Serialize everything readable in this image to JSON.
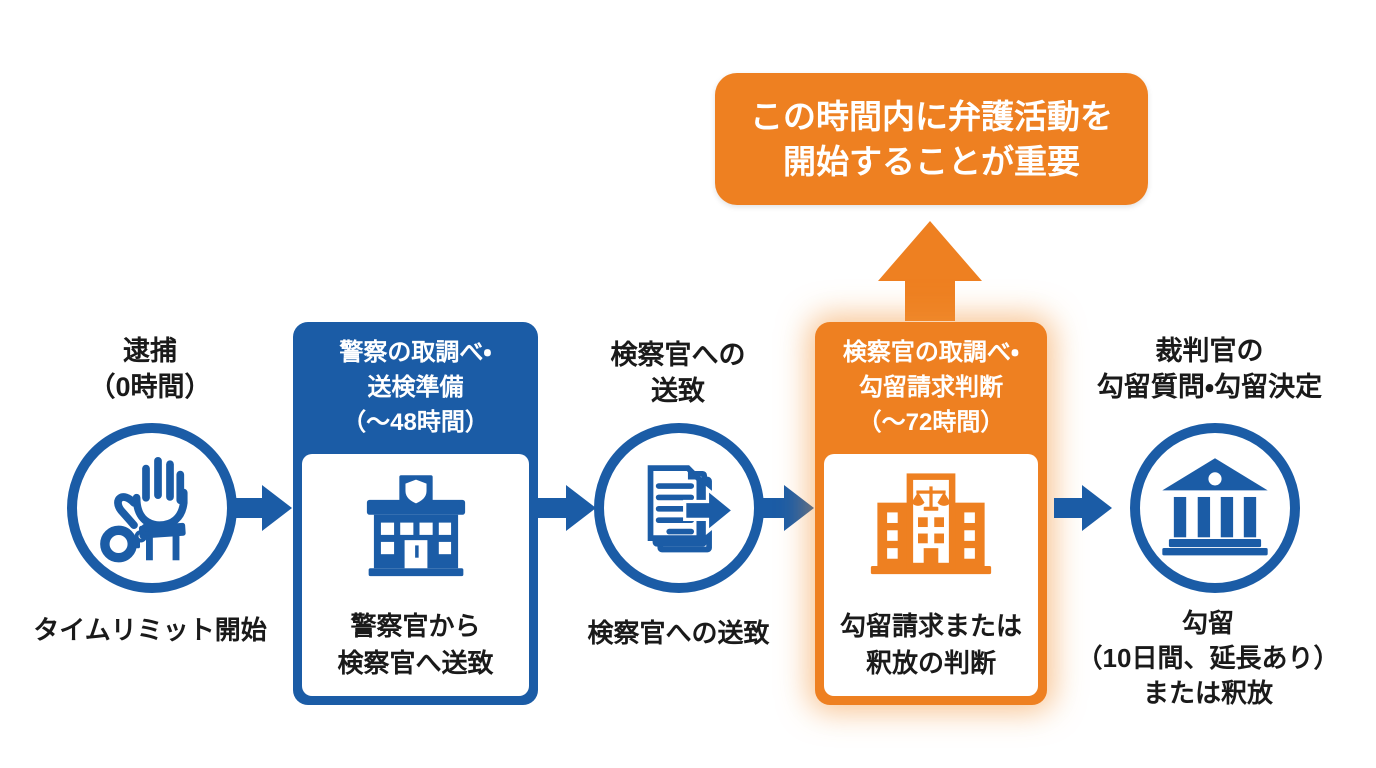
{
  "colors": {
    "blue": "#1b5ca6",
    "orange": "#ee8021",
    "text_black": "#1a1a1a",
    "white": "#ffffff"
  },
  "callout": {
    "lines": [
      "この時間内に弁護活動を",
      "開始することが重要"
    ]
  },
  "stages": [
    {
      "name": "arrest",
      "icon": "handcuffed-hand-icon",
      "title": [
        "逮捕",
        "（0時間）"
      ],
      "caption": [
        "タイムリミット開始"
      ]
    },
    {
      "name": "police-investigation",
      "icon": "police-station-icon",
      "header": [
        "警察の取調べ・",
        "送検準備",
        "（〜48時間）"
      ],
      "caption": [
        "警察官から",
        "検察官へ送致"
      ]
    },
    {
      "name": "referral-to-prosecutor",
      "icon": "documents-transfer-icon",
      "title": [
        "検察官への",
        "送致"
      ],
      "caption": [
        "検察官への送致"
      ]
    },
    {
      "name": "prosecutor-investigation",
      "icon": "prosecutor-office-icon",
      "header": [
        "検察官の取調べ・",
        "勾留請求判断",
        "（〜72時間）"
      ],
      "caption": [
        "勾留請求または",
        "釈放の判断"
      ]
    },
    {
      "name": "judge-decision",
      "icon": "courthouse-icon",
      "title": [
        "裁判官の",
        "勾留質問・勾留決定"
      ],
      "caption": [
        "勾留",
        "（10日間、延長あり）",
        "または釈放"
      ]
    }
  ]
}
